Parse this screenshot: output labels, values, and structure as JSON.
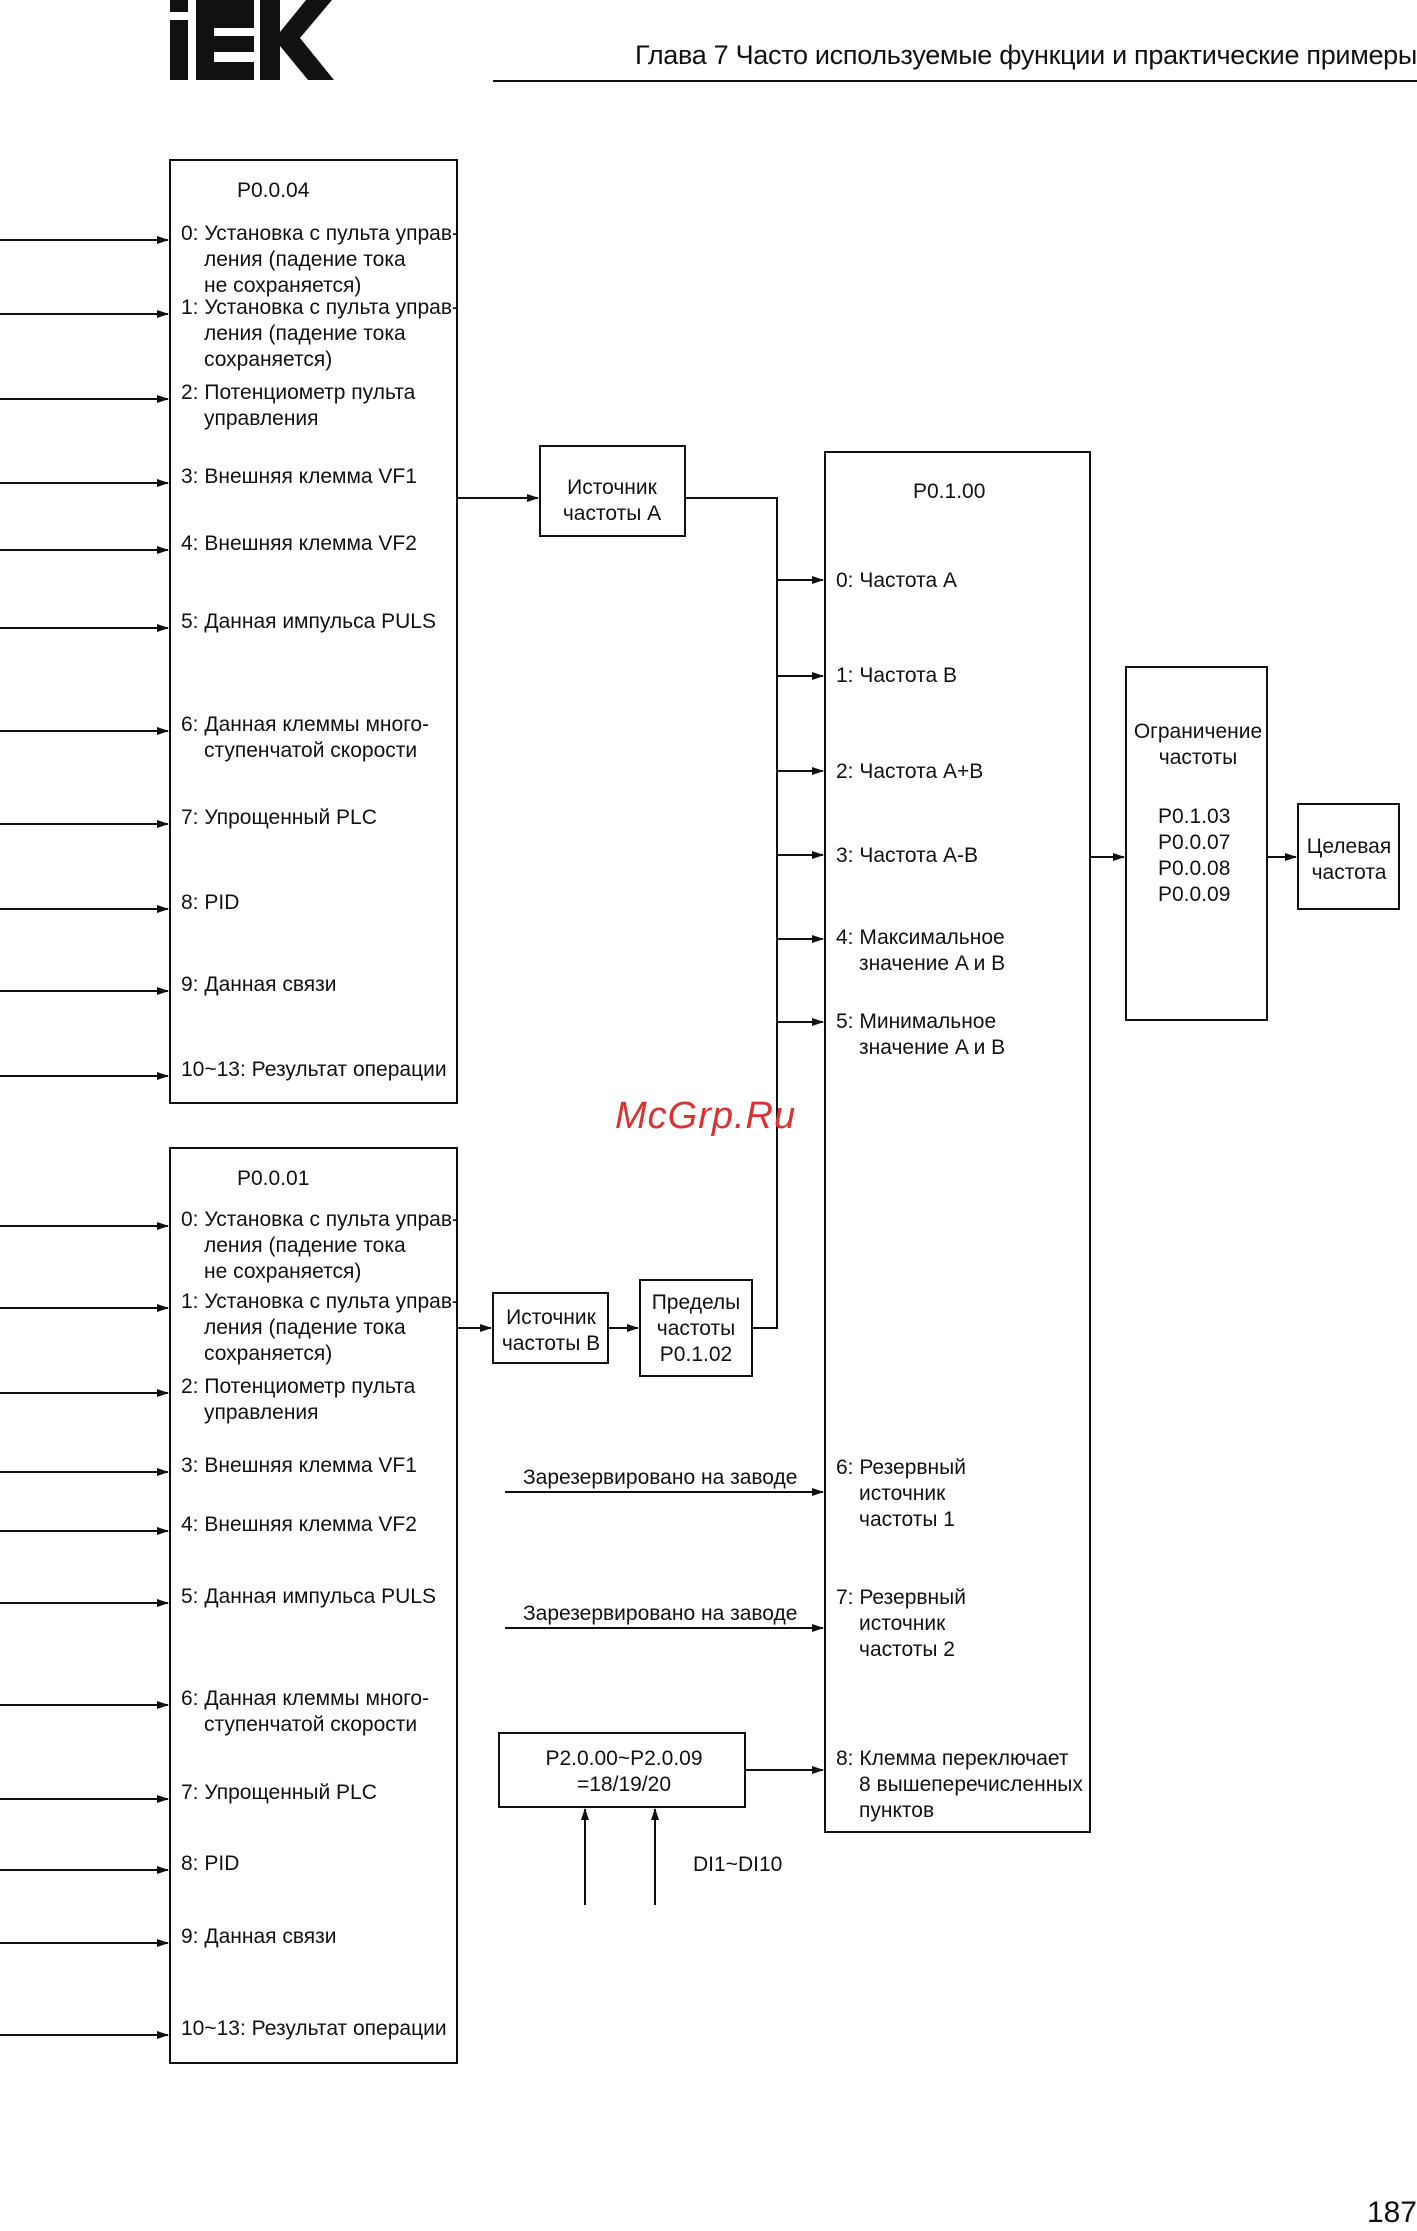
{
  "header": {
    "logo_text": "IEK",
    "chapter_title": "Глава 7 Часто используемые функции и практические примеры"
  },
  "watermark": "McGrp.Ru",
  "page_number": "187",
  "diagram": {
    "block_a": {
      "param": "P0.0.04",
      "items": [
        [
          "0: Установка с пульта управ-",
          "ления (падение тока",
          "не сохраняется)"
        ],
        [
          "1: Установка с пульта управ-",
          "ления (падение тока",
          "сохраняется)"
        ],
        [
          "2: Потенциометр пульта",
          "управления"
        ],
        [
          "3: Внешняя клемма VF1"
        ],
        [
          "4: Внешняя клемма VF2"
        ],
        [
          "5: Данная импульса PULS"
        ],
        [
          "6: Данная клеммы много-",
          "ступенчатой скорости"
        ],
        [
          "7: Упрощенный PLC"
        ],
        [
          "8: PID"
        ],
        [
          "9: Данная связи"
        ],
        [
          "10~13: Результат операции"
        ]
      ]
    },
    "block_b": {
      "param": "P0.0.01",
      "items": [
        [
          "0: Установка с пульта управ-",
          "ления (падение тока",
          "не сохраняется)"
        ],
        [
          "1: Установка с пульта управ-",
          "ления (падение тока",
          "сохраняется)"
        ],
        [
          "2: Потенциометр пульта",
          "управления"
        ],
        [
          "3: Внешняя клемма VF1"
        ],
        [
          "4: Внешняя клемма VF2"
        ],
        [
          "5: Данная импульса PULS"
        ],
        [
          "6: Данная клеммы много-",
          "ступенчатой скорости"
        ],
        [
          "7: Упрощенный PLC"
        ],
        [
          "8: PID"
        ],
        [
          "9: Данная связи"
        ],
        [
          "10~13: Результат операции"
        ]
      ]
    },
    "source_a": [
      "Источник",
      "частоты A"
    ],
    "source_b": [
      "Источник",
      "частоты B"
    ],
    "freq_limits": [
      "Пределы",
      "частоты",
      "P0.1.02"
    ],
    "main_block": {
      "param": "P0.1.00",
      "items": [
        [
          "0: Частота A"
        ],
        [
          "1: Частота B"
        ],
        [
          "2: Частота A+B"
        ],
        [
          "3: Частота A-B"
        ],
        [
          "4: Максимальное",
          "значение A и B"
        ],
        [
          "5: Минимальное",
          "значение A и B"
        ],
        [
          "6: Резервный",
          "источник",
          "частоты 1"
        ],
        [
          "7: Резервный",
          "источник",
          "частоты 2"
        ],
        [
          "8: Клемма переключает",
          "8 вышеперечисленных",
          "пунктов"
        ]
      ]
    },
    "reserved_label": "Зарезервировано на заводе",
    "terminal_block": [
      "P2.0.00~P2.0.09",
      "=18/19/20"
    ],
    "di_label": "DI1~DI10",
    "limit_block": {
      "title": [
        "Ограничение",
        "частоты"
      ],
      "params": [
        "P0.1.03",
        "P0.0.07",
        "P0.0.08",
        "P0.0.09"
      ]
    },
    "target": [
      "Целевая",
      "частота"
    ]
  }
}
